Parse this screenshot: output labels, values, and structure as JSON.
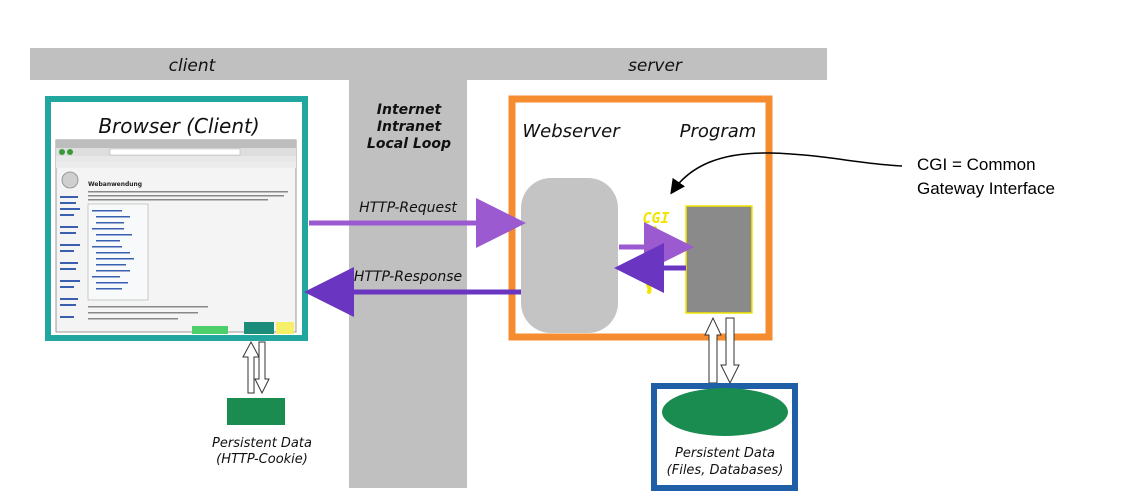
{
  "zones": {
    "client": "client",
    "server": "server"
  },
  "network": {
    "lines": [
      "Internet",
      "Intranet",
      "Local Loop"
    ]
  },
  "browser": {
    "title": "Browser (Client)",
    "screenshot": {
      "heading": "Webanwendung",
      "description": "miniature browser window screenshot"
    }
  },
  "server_box": {
    "webserver": "Webserver",
    "program": "Program",
    "cgi": "CGI"
  },
  "arrows": {
    "request": "HTTP-Request",
    "response": "HTTP-Response"
  },
  "callout": {
    "lines": [
      "CGI = Common",
      "Gateway Interface"
    ]
  },
  "client_storage": {
    "lines": [
      "Persistent Data",
      "(HTTP-Cookie)"
    ]
  },
  "server_storage": {
    "lines": [
      "Persistent Data",
      "(Files, Databases)"
    ]
  },
  "colors": {
    "zone_gray": "#c0c0c0",
    "browser_border": "#22a6a0",
    "server_border": "#f58c30",
    "storage_border": "#1f5fa8",
    "request_arrow": "#9b5ad0",
    "response_arrow": "#6a35c0",
    "cookie_fill": "#1b8c50",
    "db_fill": "#1b8c50",
    "program_fill": "#8a8a8a",
    "cgi_text": "#f2e600"
  }
}
